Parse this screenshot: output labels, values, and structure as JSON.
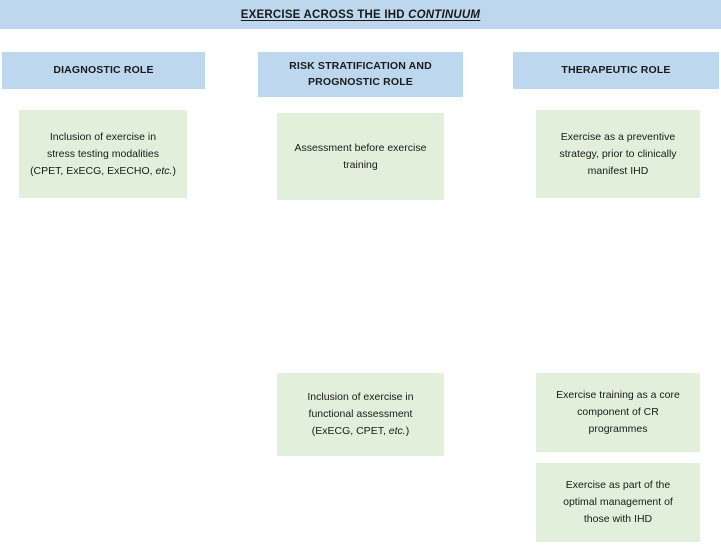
{
  "diagram": {
    "title": {
      "prefix": "EXERCISE ACROSS THE IHD ",
      "emphasis": "CONTINUUM",
      "full": "EXERCISE ACROSS THE IHD CONTINUUM"
    },
    "theme": {
      "header_fill": "#BDD7EE",
      "cell_fill": "#E2EFDA",
      "page_background": "#FFFFFF",
      "text_color": "#1A1A1A"
    },
    "columns": [
      {
        "id": "diagnostic",
        "header": "DIAGNOSTIC ROLE",
        "cells": [
          {
            "id": "diagnostic-stress-testing",
            "line1": "Inclusion of exercise in",
            "line2": "stress testing modalities",
            "line3_prefix": "(CPET, ExECG, ExECHO, ",
            "line3_emphasis": "etc.",
            "line3_suffix": ")",
            "full": "Inclusion of exercise in stress testing modalities (CPET, ExECG, ExECHO, etc.)"
          }
        ]
      },
      {
        "id": "risk-stratification",
        "header_line1": "RISK STRATIFICATION AND",
        "header_line2": "PROGNOSTIC ROLE",
        "header": "RISK STRATIFICATION AND PROGNOSTIC ROLE",
        "cells": [
          {
            "id": "assessment-before-training",
            "line1": "Assessment before exercise",
            "line2": "training",
            "full": "Assessment before exercise training"
          },
          {
            "id": "functional-assessment",
            "line1": "Inclusion of exercise in",
            "line2": "functional assessment",
            "line3_prefix": "(ExECG, CPET, ",
            "line3_emphasis": "etc.",
            "line3_suffix": ")",
            "full": "Inclusion of exercise in functional assessment (ExECG, CPET, etc.)"
          }
        ]
      },
      {
        "id": "therapeutic",
        "header": "THERAPEUTIC ROLE",
        "cells": [
          {
            "id": "preventive-strategy",
            "line1": "Exercise as a preventive",
            "line2": "strategy, prior to clinically",
            "line3": "manifest IHD",
            "full": "Exercise as a preventive strategy, prior to clinically manifest IHD"
          },
          {
            "id": "cr-core-component",
            "line1": "Exercise training as a core",
            "line2": "component of CR",
            "line3": "programmes",
            "full": "Exercise training as a core component of CR programmes"
          },
          {
            "id": "optimal-management",
            "line1": "Exercise as part of the",
            "line2": "optimal management of",
            "line3": "those with IHD",
            "full": "Exercise as part of the optimal management of those with IHD"
          }
        ]
      }
    ]
  }
}
